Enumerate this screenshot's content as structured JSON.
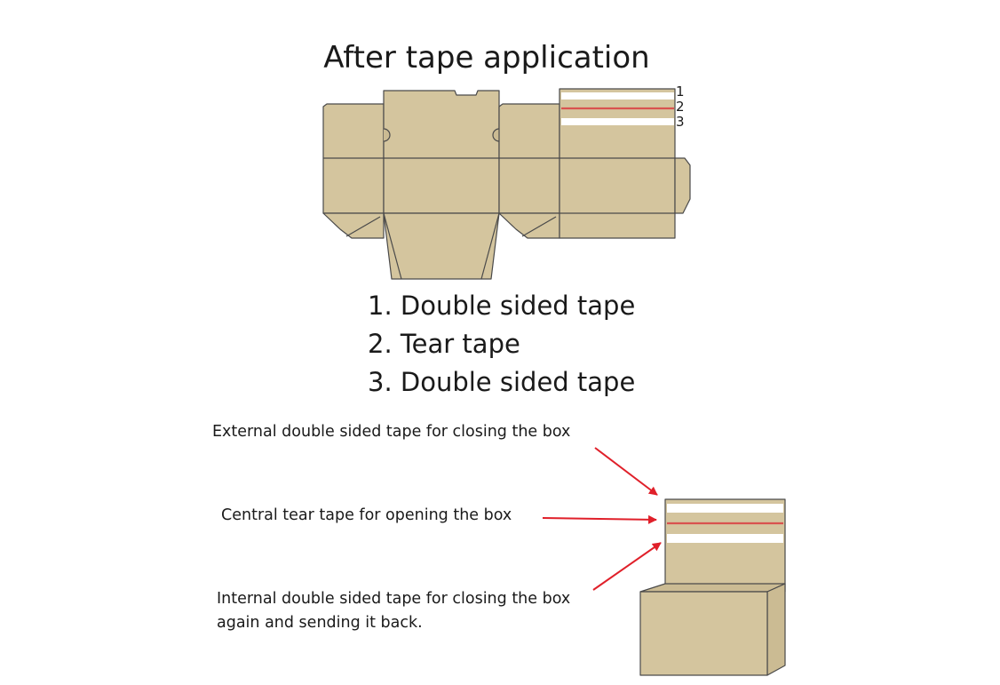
{
  "title": "After tape application",
  "markers": [
    "1",
    "2",
    "3"
  ],
  "legend": [
    "1. Double sided tape",
    "2. Tear tape",
    "3. Double sided tape"
  ],
  "annotations": {
    "external": "External double sided tape for closing the box",
    "central": "Central tear tape for opening the box",
    "internal_line1": "Internal double sided tape for closing the box",
    "internal_line2": "again and sending it back."
  },
  "colors": {
    "cardboard": "#d4c59e",
    "outline": "#4a4a4a",
    "tape": "#ffffff",
    "tear_tape": "#d9534f",
    "arrow": "#e0202a"
  }
}
